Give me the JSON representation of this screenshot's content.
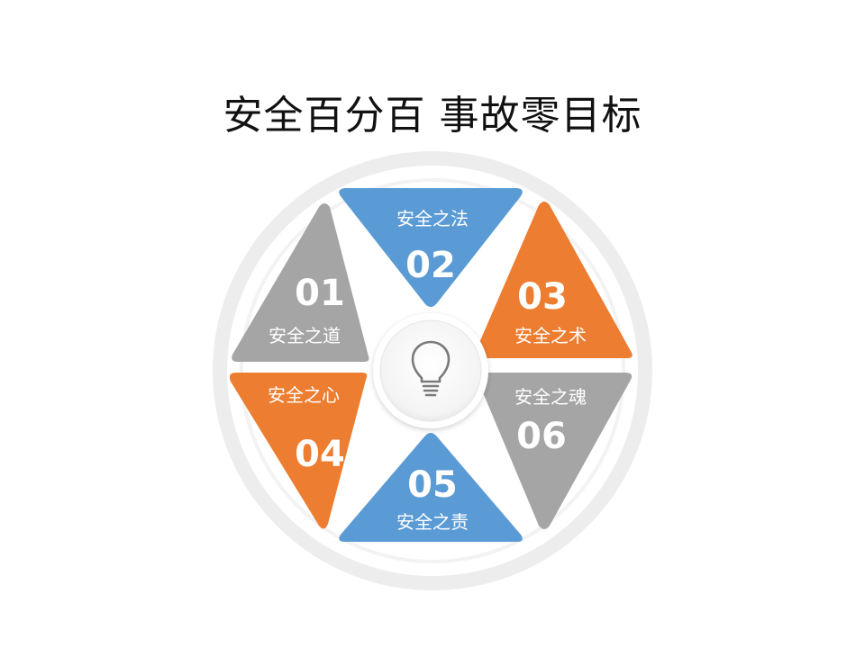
{
  "title": "安全百分百 事故零目标",
  "center_icon": "lightbulb-icon",
  "colors": {
    "blue": "#5B9BD5",
    "orange": "#ED7D31",
    "gray": "#A5A5A5",
    "ring": "#EDEDED"
  },
  "segments": [
    {
      "num": "01",
      "label": "安全之道",
      "color": "gray"
    },
    {
      "num": "02",
      "label": "安全之法",
      "color": "blue"
    },
    {
      "num": "03",
      "label": "安全之术",
      "color": "orange"
    },
    {
      "num": "04",
      "label": "安全之心",
      "color": "orange"
    },
    {
      "num": "05",
      "label": "安全之责",
      "color": "blue"
    },
    {
      "num": "06",
      "label": "安全之魂",
      "color": "gray"
    }
  ]
}
